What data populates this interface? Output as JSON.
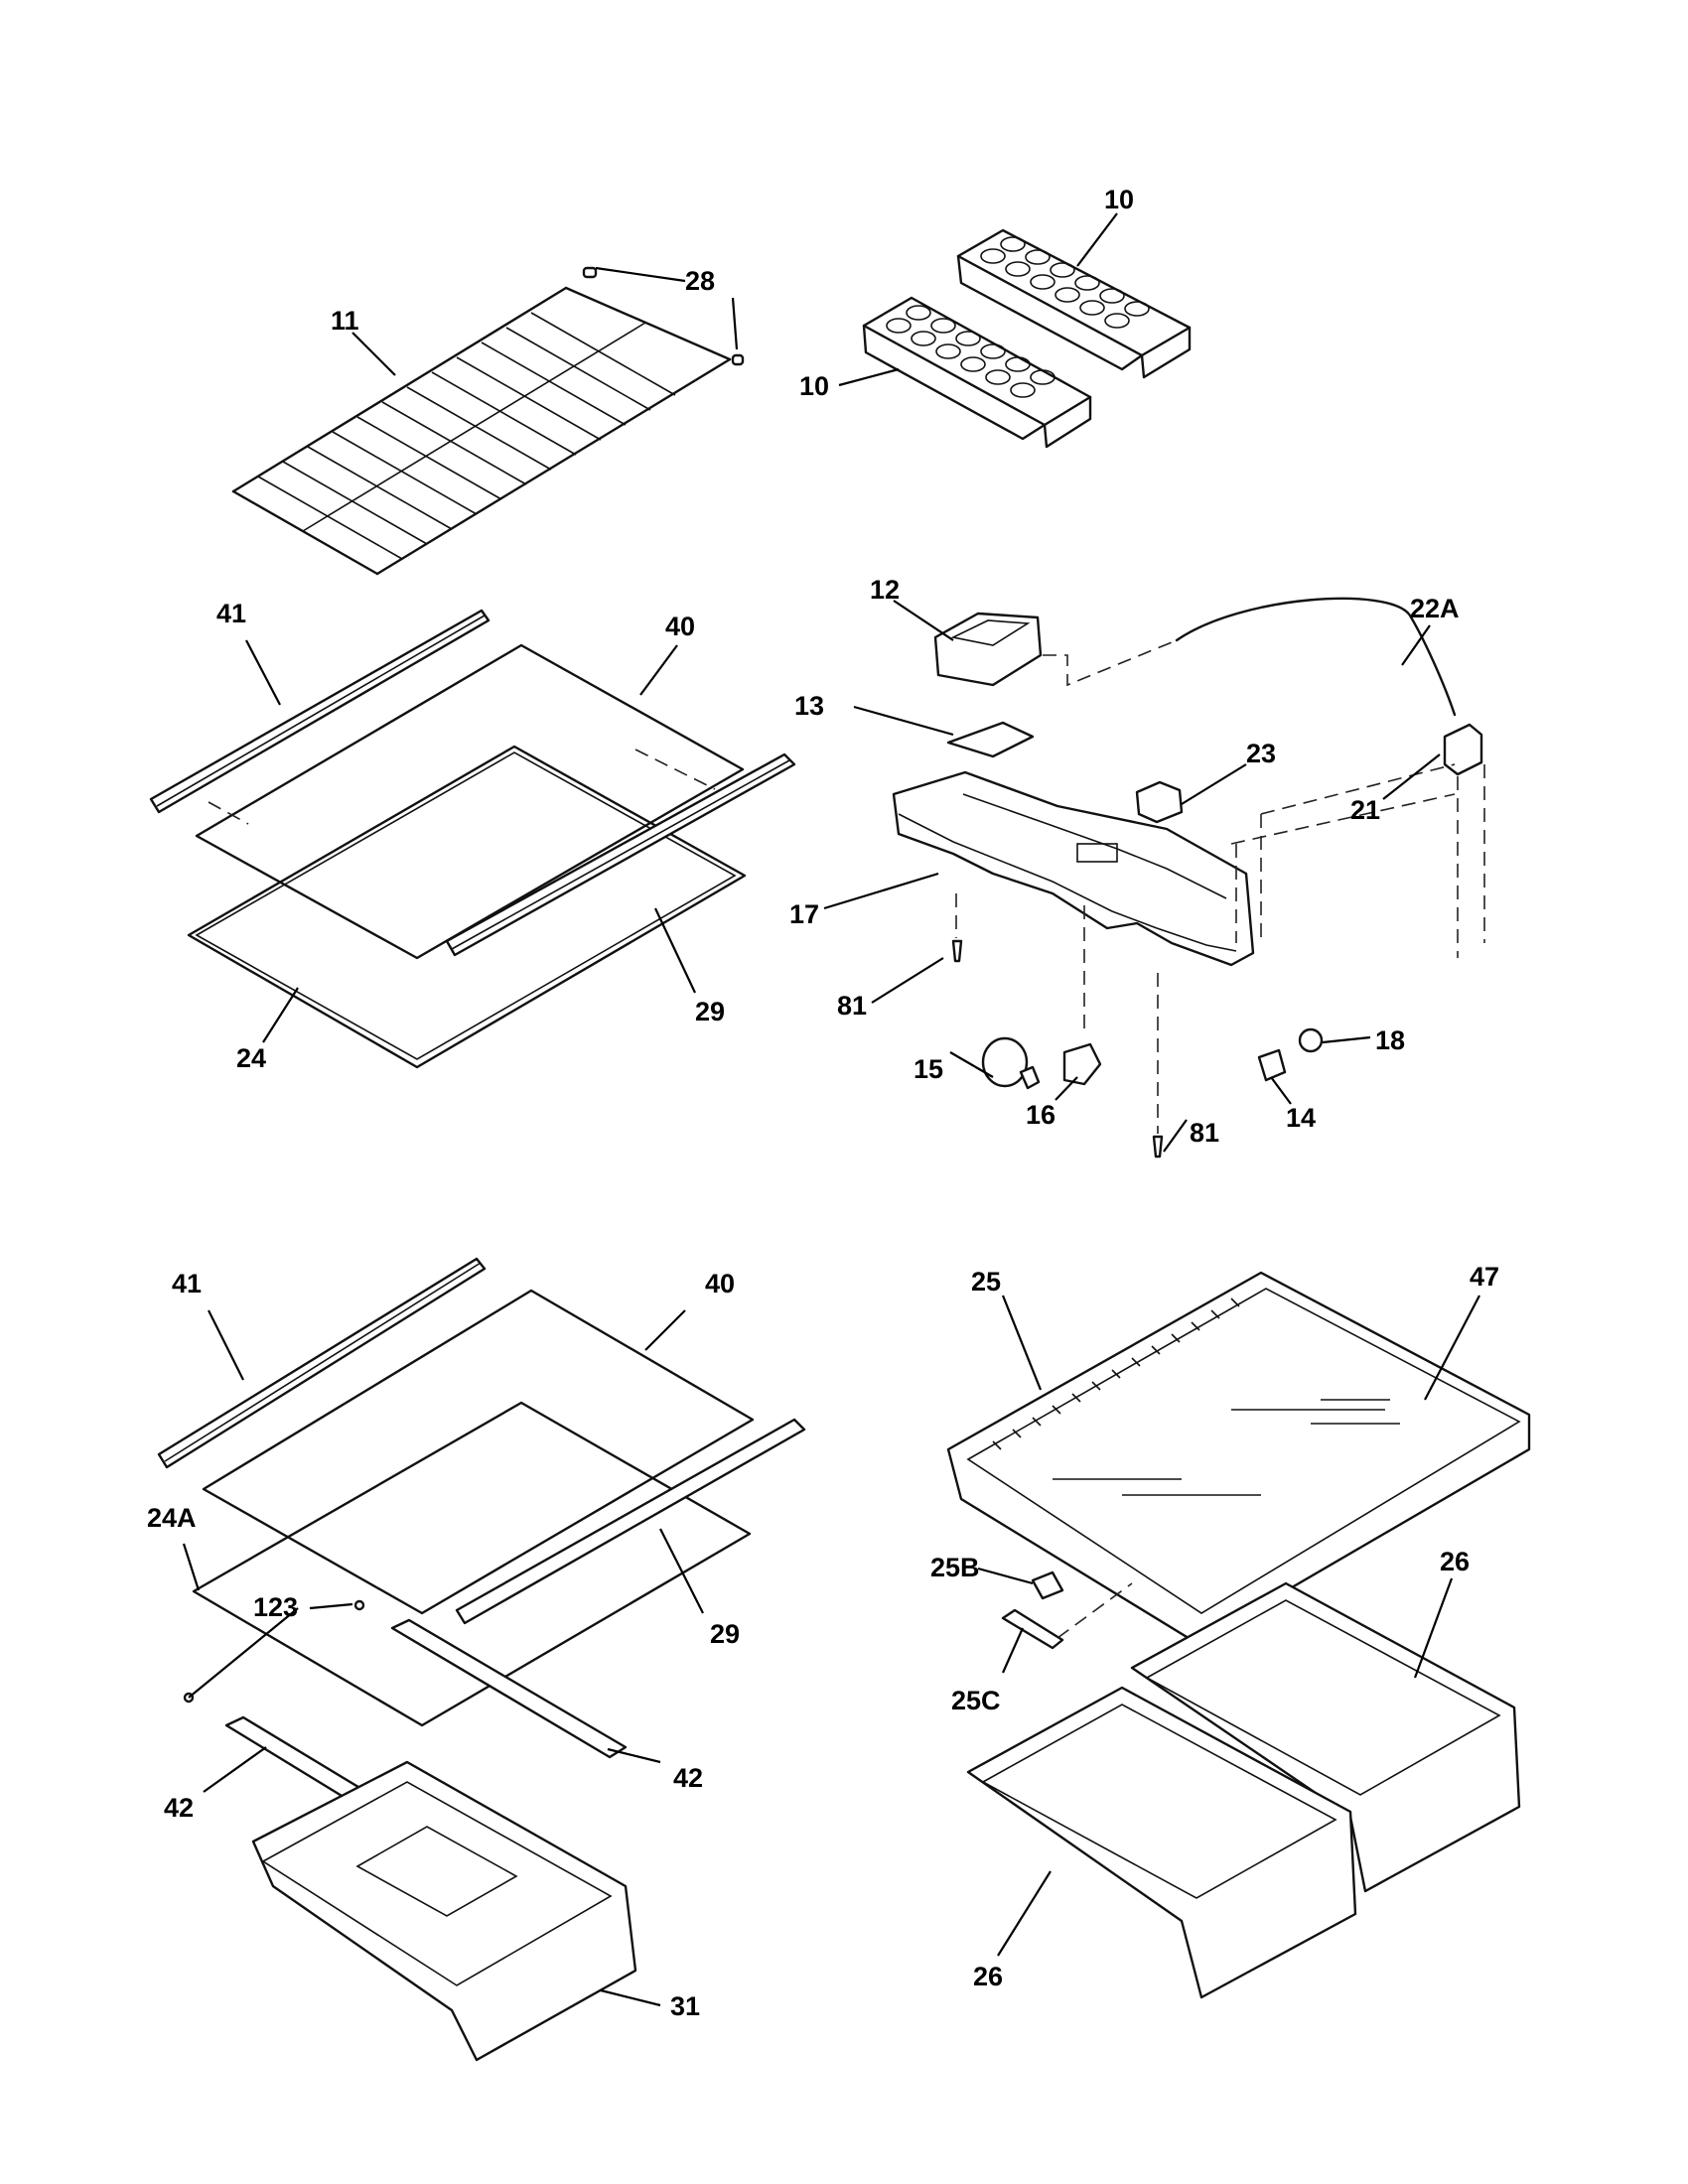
{
  "diagram": {
    "callouts": {
      "c10a": "10",
      "c10b": "10",
      "c11": "11",
      "c28": "28",
      "c41a": "41",
      "c40a": "40",
      "c29a": "29",
      "c24": "24",
      "c12": "12",
      "c13": "13",
      "c22A": "22A",
      "c23": "23",
      "c21": "21",
      "c17": "17",
      "c81a": "81",
      "c81b": "81",
      "c15": "15",
      "c16": "16",
      "c14": "14",
      "c18": "18",
      "c41b": "41",
      "c40b": "40",
      "c24A": "24A",
      "c123": "123",
      "c29b": "29",
      "c42a": "42",
      "c42b": "42",
      "c31": "31",
      "c25": "25",
      "c47": "47",
      "c25B": "25B",
      "c25C": "25C",
      "c26a": "26",
      "c26b": "26"
    }
  }
}
